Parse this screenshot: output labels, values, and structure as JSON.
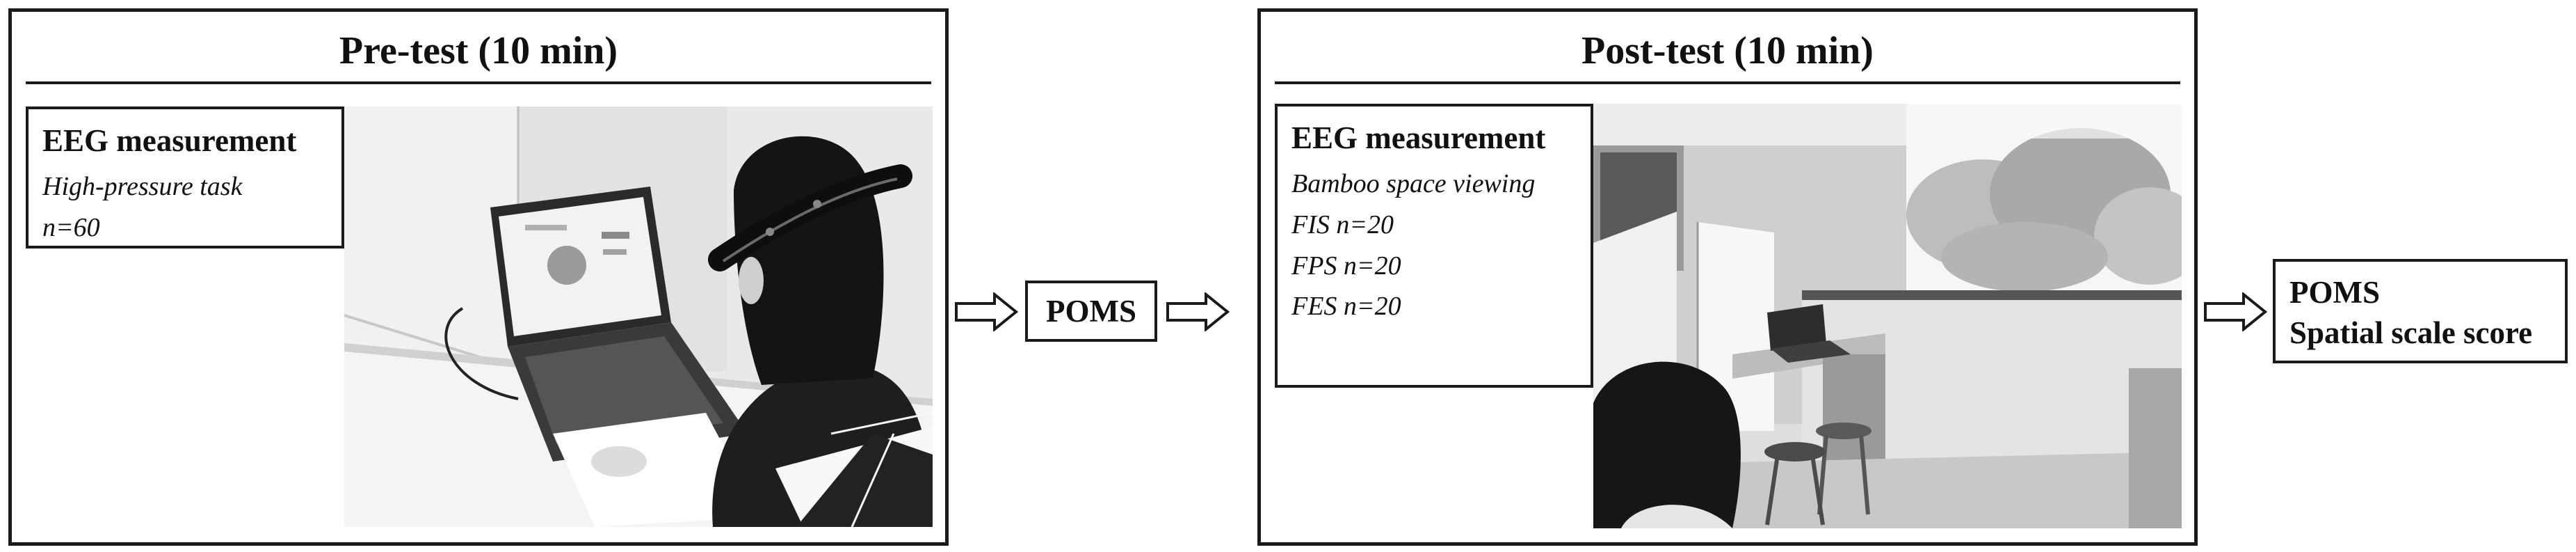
{
  "pretest": {
    "title": "Pre-test (10 min)",
    "box_heading": "EEG measurement",
    "lines": [
      "High-pressure task",
      "n=60"
    ]
  },
  "middle_step": {
    "label": "POMS"
  },
  "posttest": {
    "title": "Post-test (10 min)",
    "box_heading": "EEG measurement",
    "lines": [
      "Bamboo space viewing",
      "FIS n=20",
      "FPS n=20",
      "FES n=20"
    ]
  },
  "final_step": {
    "label_1": "POMS",
    "label_2": "Spatial scale score"
  }
}
